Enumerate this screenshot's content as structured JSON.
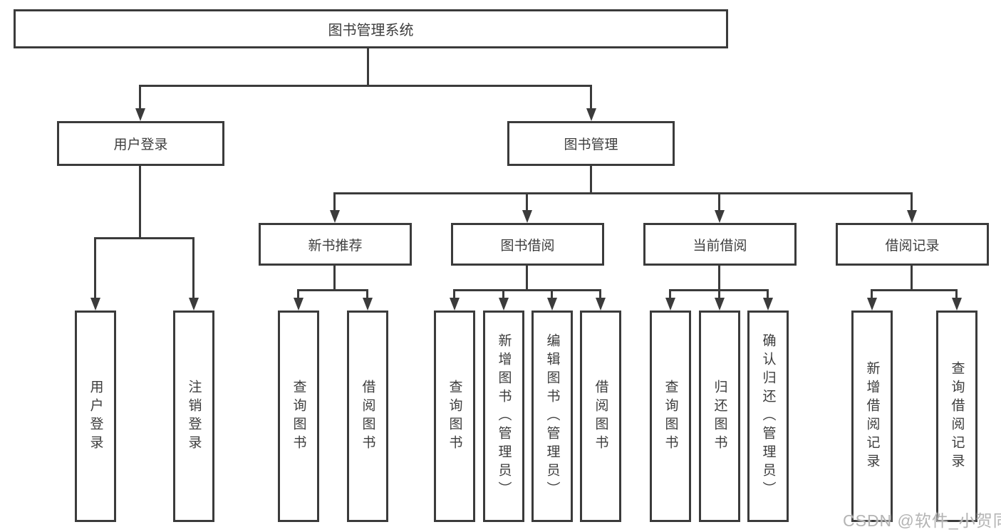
{
  "tree": {
    "label": "图书管理系统",
    "children": [
      {
        "label": "用户登录",
        "children": [
          {
            "label": "用户登录"
          },
          {
            "label": "注销登录"
          }
        ]
      },
      {
        "label": "图书管理",
        "children": [
          {
            "label": "新书推荐",
            "children": [
              {
                "label": "查询图书"
              },
              {
                "label": "借阅图书"
              }
            ]
          },
          {
            "label": "图书借阅",
            "children": [
              {
                "label": "查询图书"
              },
              {
                "label": "新增图书（管理员）"
              },
              {
                "label": "编辑图书（管理员）"
              },
              {
                "label": "借阅图书"
              }
            ]
          },
          {
            "label": "当前借阅",
            "children": [
              {
                "label": "查询图书"
              },
              {
                "label": "归还图书"
              },
              {
                "label": "确认归还（管理员）"
              }
            ]
          },
          {
            "label": "借阅记录",
            "children": [
              {
                "label": "新增借阅记录"
              },
              {
                "label": "查询借阅记录"
              }
            ]
          }
        ]
      }
    ]
  },
  "watermark": "CSDN @软件_小贺同学",
  "colors": {
    "line": "#3b3b3b",
    "text": "#3d3d3d",
    "box_bg": "#ffffff",
    "watermark": "#b4b4b4"
  }
}
